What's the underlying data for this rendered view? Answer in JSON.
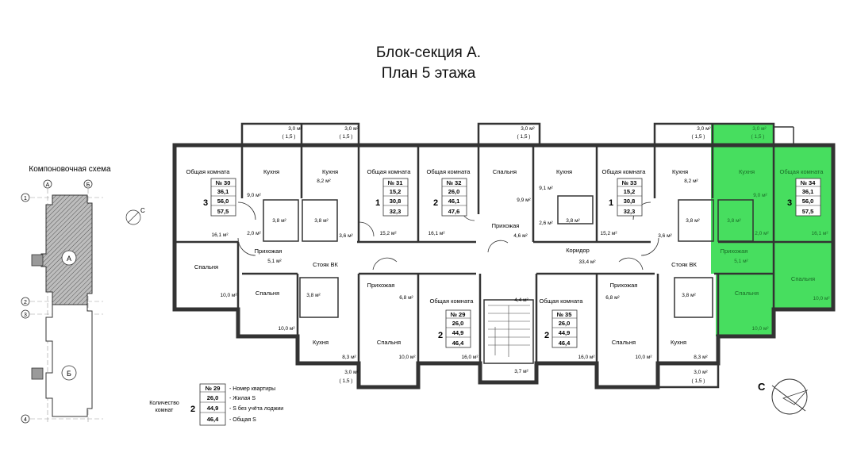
{
  "title": {
    "line1": "Блок-секция А.",
    "line2": "План 5 этажа"
  },
  "scheme": {
    "title": "Компоновочная схема",
    "axes_top": [
      "А",
      "Б"
    ],
    "axes_left": [
      "1",
      "2",
      "3",
      "4"
    ],
    "blocks": [
      "А",
      "Б"
    ]
  },
  "compass": "С",
  "rooms": {
    "obsh": "Общая комната",
    "kuhnya": "Кухня",
    "spalnya": "Спальня",
    "prih": "Прихожая",
    "koridor": "Коридор",
    "stoyak": "Стояк ВК"
  },
  "areas": {
    "balc_3": "3,0 м²",
    "balc_k": "( 1,5 )",
    "a91": "9,1 м²",
    "a90": "9,0 м²",
    "a82": "8,2 м²",
    "a99": "9,9 м²",
    "a38": "3,8 м²",
    "a36": "3,6 м²",
    "a26": "2,6 м²",
    "a20": "2,0 м²",
    "a161": "16,1 м²",
    "a152": "15,2 м²",
    "a46": "4,6 м²",
    "a51": "5,1 м²",
    "a334": "33,4 м²",
    "a44": "4,4 м²",
    "a68": "6,8 м²",
    "a100": "10,0 м²",
    "a83": "8,3 м²",
    "a160": "16,0 м²",
    "a37": "3,7 м²"
  },
  "apartments": [
    {
      "no": "№ 30",
      "rooms": "3",
      "live": "36,1",
      "nolog": "56,0",
      "total": "57,5"
    },
    {
      "no": "№ 31",
      "rooms": "1",
      "live": "15,2",
      "nolog": "30,8",
      "total": "32,3"
    },
    {
      "no": "№ 32",
      "rooms": "2",
      "live": "26,0",
      "nolog": "46,1",
      "total": "47,6"
    },
    {
      "no": "№ 33",
      "rooms": "1",
      "live": "15,2",
      "nolog": "30,8",
      "total": "32,3"
    },
    {
      "no": "№ 34",
      "rooms": "3",
      "live": "36,1",
      "nolog": "56,0",
      "total": "57,5"
    },
    {
      "no": "№ 29",
      "rooms": "2",
      "live": "26,0",
      "nolog": "44,9",
      "total": "46,4"
    },
    {
      "no": "№ 35",
      "rooms": "2",
      "live": "26,0",
      "nolog": "44,9",
      "total": "46,4"
    }
  ],
  "legend": {
    "no": "№ 29",
    "rooms": "2",
    "live": "26,0",
    "nolog": "44,9",
    "total": "46,4",
    "count_label_1": "Количество",
    "count_label_2": "комнат",
    "desc_no": "- Номер квартиры",
    "desc_live": "- Жилая S",
    "desc_nolog": "- S без учёта лоджии",
    "desc_total": "- Общая S"
  },
  "colors": {
    "highlight": "#3ddc56",
    "wall": "#333333"
  }
}
